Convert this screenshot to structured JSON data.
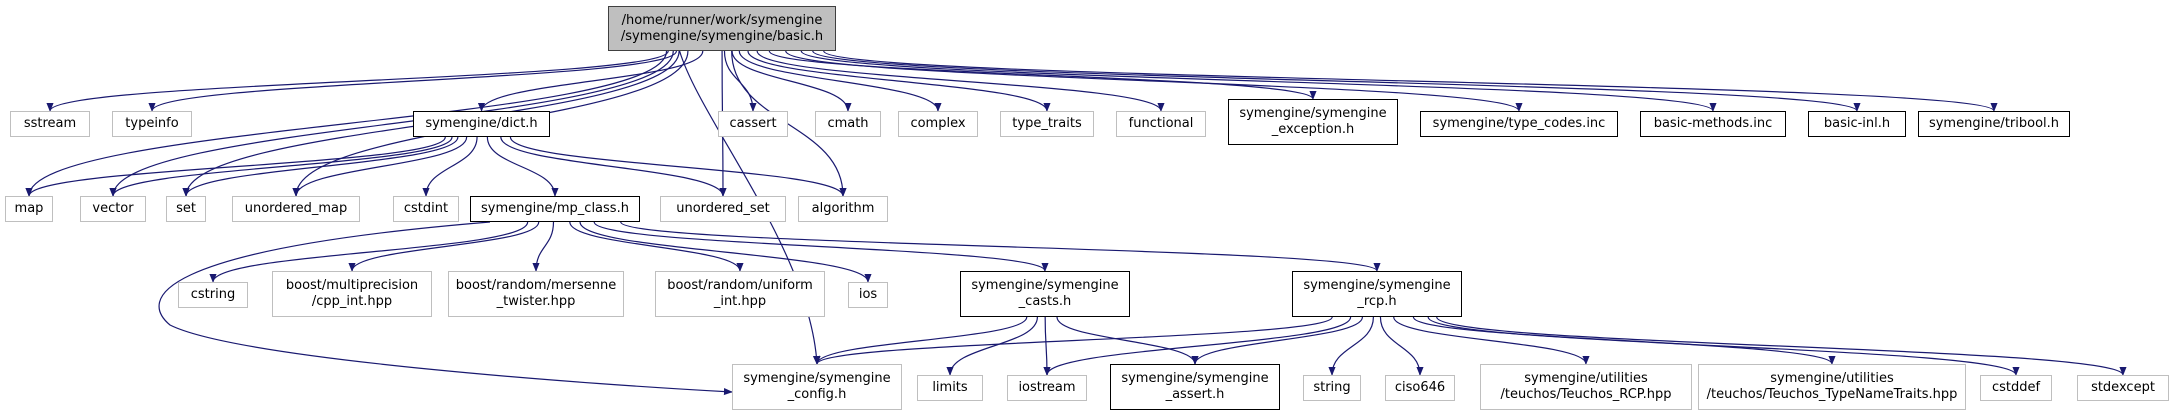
{
  "colors": {
    "edge": "#191970",
    "root_fill": "#bfbfbf",
    "ext_border": "#bfbfbf",
    "doc_border": "#000000"
  },
  "nodes": {
    "root": "/home/runner/work/symengine\n/symengine/symengine/basic.h",
    "sstream": "sstream",
    "typeinfo": "typeinfo",
    "dict": "symengine/dict.h",
    "cassert": "cassert",
    "cmath": "cmath",
    "complex": "complex",
    "type_traits": "type_traits",
    "functional": "functional",
    "exception": "symengine/symengine\n_exception.h",
    "type_codes": "symengine/type_codes.inc",
    "basic_methods": "basic-methods.inc",
    "basic_inl": "basic-inl.h",
    "tribool": "symengine/tribool.h",
    "map": "map",
    "vector": "vector",
    "set": "set",
    "unordered_map": "unordered_map",
    "cstdint": "cstdint",
    "mp_class": "symengine/mp_class.h",
    "unordered_set": "unordered_set",
    "algorithm": "algorithm",
    "cstring": "cstring",
    "cpp_int": "boost/multiprecision\n/cpp_int.hpp",
    "mersenne": "boost/random/mersenne\n_twister.hpp",
    "uniform_int": "boost/random/uniform\n_int.hpp",
    "ios": "ios",
    "casts": "symengine/symengine\n_casts.h",
    "rcp": "symengine/symengine\n_rcp.h",
    "config": "symengine/symengine\n_config.h",
    "limits": "limits",
    "iostream": "iostream",
    "assert": "symengine/symengine\n_assert.h",
    "string": "string",
    "ciso646": "ciso646",
    "teuchos_rcp": "symengine/utilities\n/teuchos/Teuchos_RCP.hpp",
    "teuchos_type": "symengine/utilities\n/teuchos/Teuchos_TypeNameTraits.hpp",
    "cstddef": "cstddef",
    "stdexcept": "stdexcept"
  }
}
